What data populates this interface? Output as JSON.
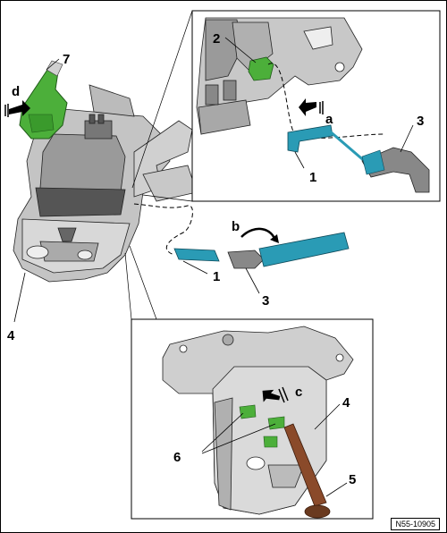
{
  "callouts": {
    "n1_inset": "1",
    "n2": "2",
    "n3_inset": "3",
    "a": "a",
    "n7": "7",
    "d": "d",
    "b": "b",
    "n1_main": "1",
    "n3_main": "3",
    "n4_left": "4",
    "c": "c",
    "n4_inset": "4",
    "n6": "6",
    "n5": "5"
  },
  "reference_id": "N55-10905",
  "colors": {
    "part_green": "#4caf3a",
    "cable_teal": "#2a9bb5",
    "housing_gray": "#b8b8b8",
    "rod_brown": "#8a4a2a",
    "outline": "#000000"
  }
}
